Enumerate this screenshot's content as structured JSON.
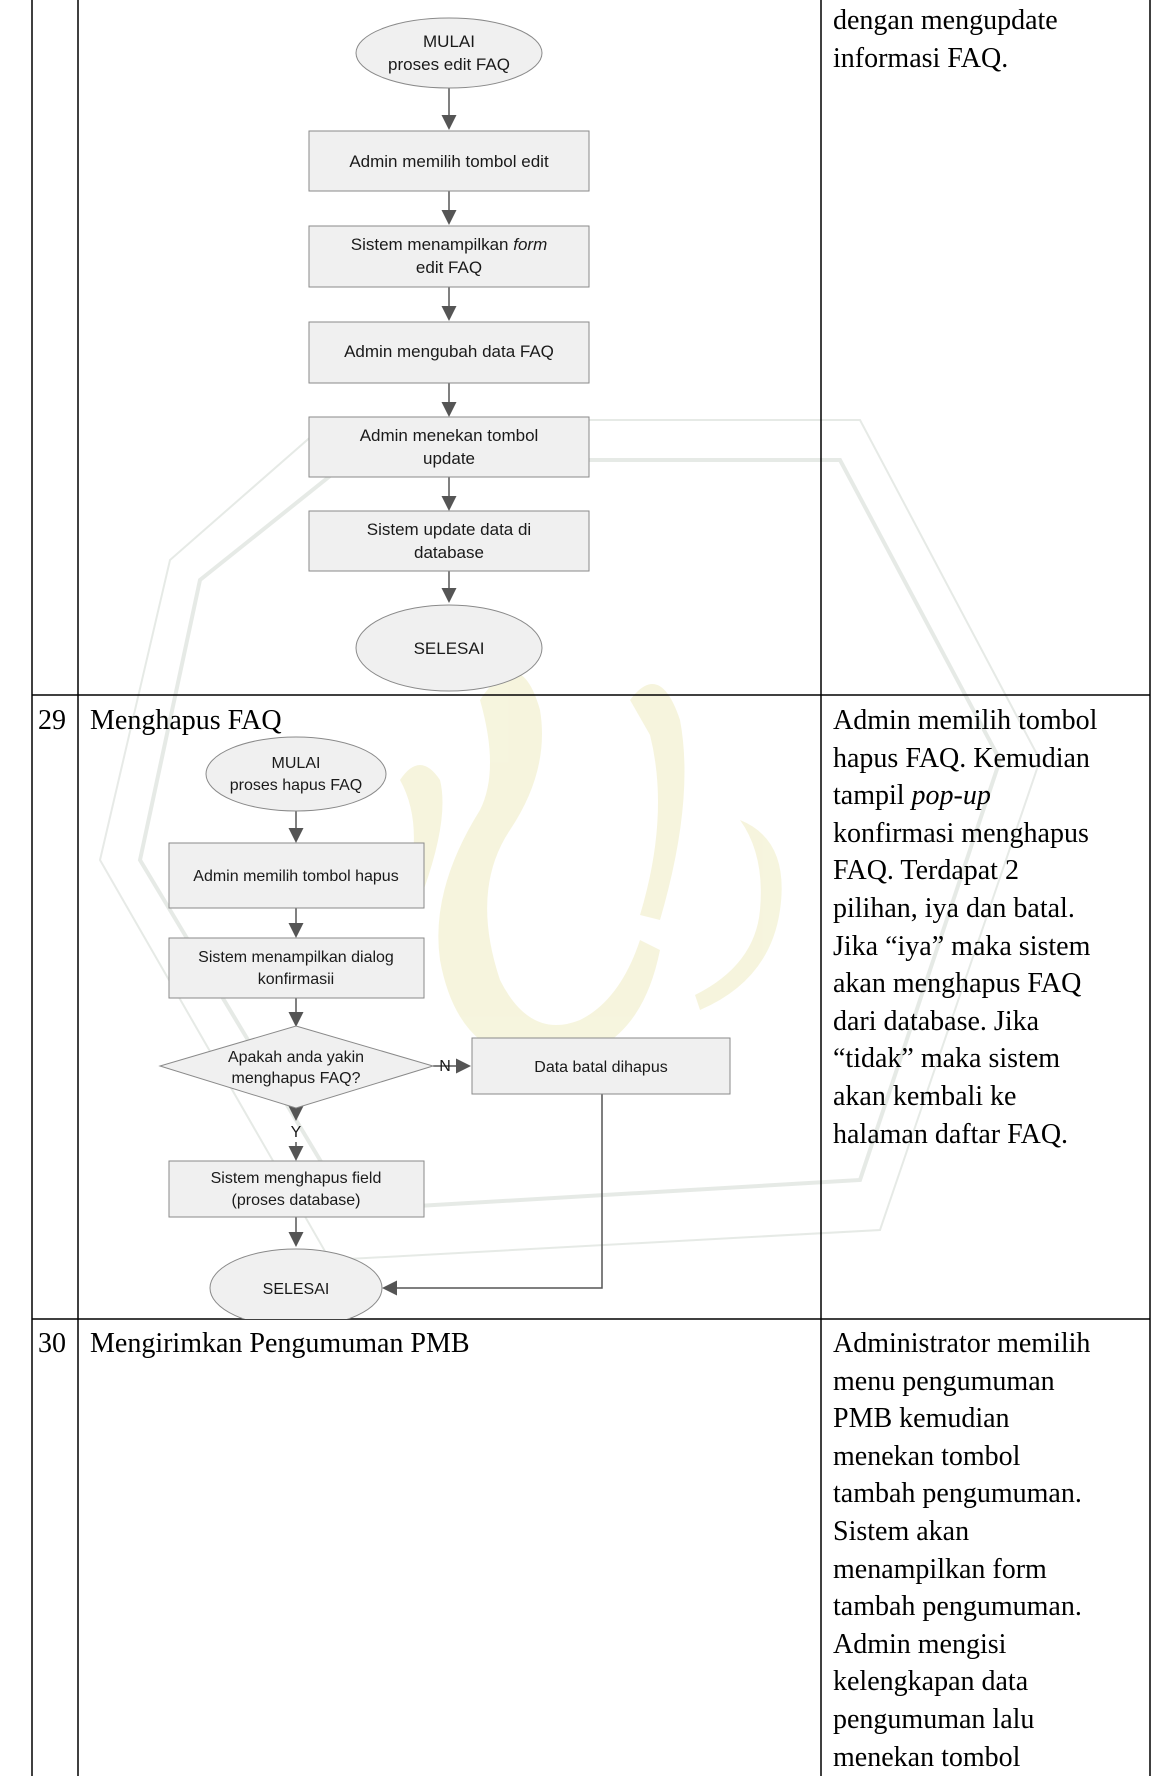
{
  "rows": [
    {
      "number": "",
      "title": "",
      "description_lines": [
        "dengan mengupdate",
        "informasi FAQ."
      ],
      "flowchart": {
        "start": [
          "MULAI",
          "proses edit FAQ"
        ],
        "steps": [
          [
            "Admin memilih tombol edit"
          ],
          [
            "Sistem menampilkan ",
            "form",
            "edit FAQ"
          ],
          [
            "Admin mengubah data FAQ"
          ],
          [
            "Admin menekan tombol",
            "update"
          ],
          [
            "Sistem update data di",
            "database"
          ]
        ],
        "end": "SELESAI"
      }
    },
    {
      "number": "29",
      "title": "Menghapus FAQ",
      "description_lines": [
        "Admin memilih tombol",
        "hapus FAQ. Kemudian",
        "tampil pop-up",
        "konfirmasi menghapus",
        "FAQ. Terdapat 2",
        "pilihan, iya dan batal.",
        "Jika “iya” maka sistem",
        "akan menghapus FAQ",
        "dari database. Jika",
        "“tidak” maka sistem",
        "akan kembali ke",
        "halaman daftar FAQ."
      ],
      "flowchart": {
        "start": [
          "MULAI",
          "proses hapus FAQ"
        ],
        "steps": [
          [
            "Admin memilih tombol hapus"
          ],
          [
            "Sistem menampilkan dialog",
            "konfirmasii"
          ]
        ],
        "decision": [
          "Apakah anda yakin",
          "menghapus FAQ?"
        ],
        "no_label": "N",
        "yes_label": "Y",
        "no_branch": "Data batal dihapus",
        "yes_step": [
          "Sistem menghapus field",
          "(proses database)"
        ],
        "end": "SELESAI"
      }
    },
    {
      "number": "30",
      "title": "Mengirimkan Pengumuman PMB",
      "description_lines": [
        "Administrator memilih",
        "menu pengumuman",
        "PMB kemudian",
        "menekan tombol",
        "tambah pengumuman.",
        "Sistem akan",
        "menampilkan form",
        "tambah pengumuman.",
        "Admin mengisi",
        "kelengkapan data",
        "pengumuman lalu",
        "menekan tombol"
      ]
    }
  ],
  "colors": {
    "box_fill": "#f0f0f0",
    "box_stroke": "#8a8a8a",
    "arrow": "#555555",
    "flow_text": "#1a1a1a",
    "grid": "#000000",
    "watermark": "#c8cfc8"
  }
}
